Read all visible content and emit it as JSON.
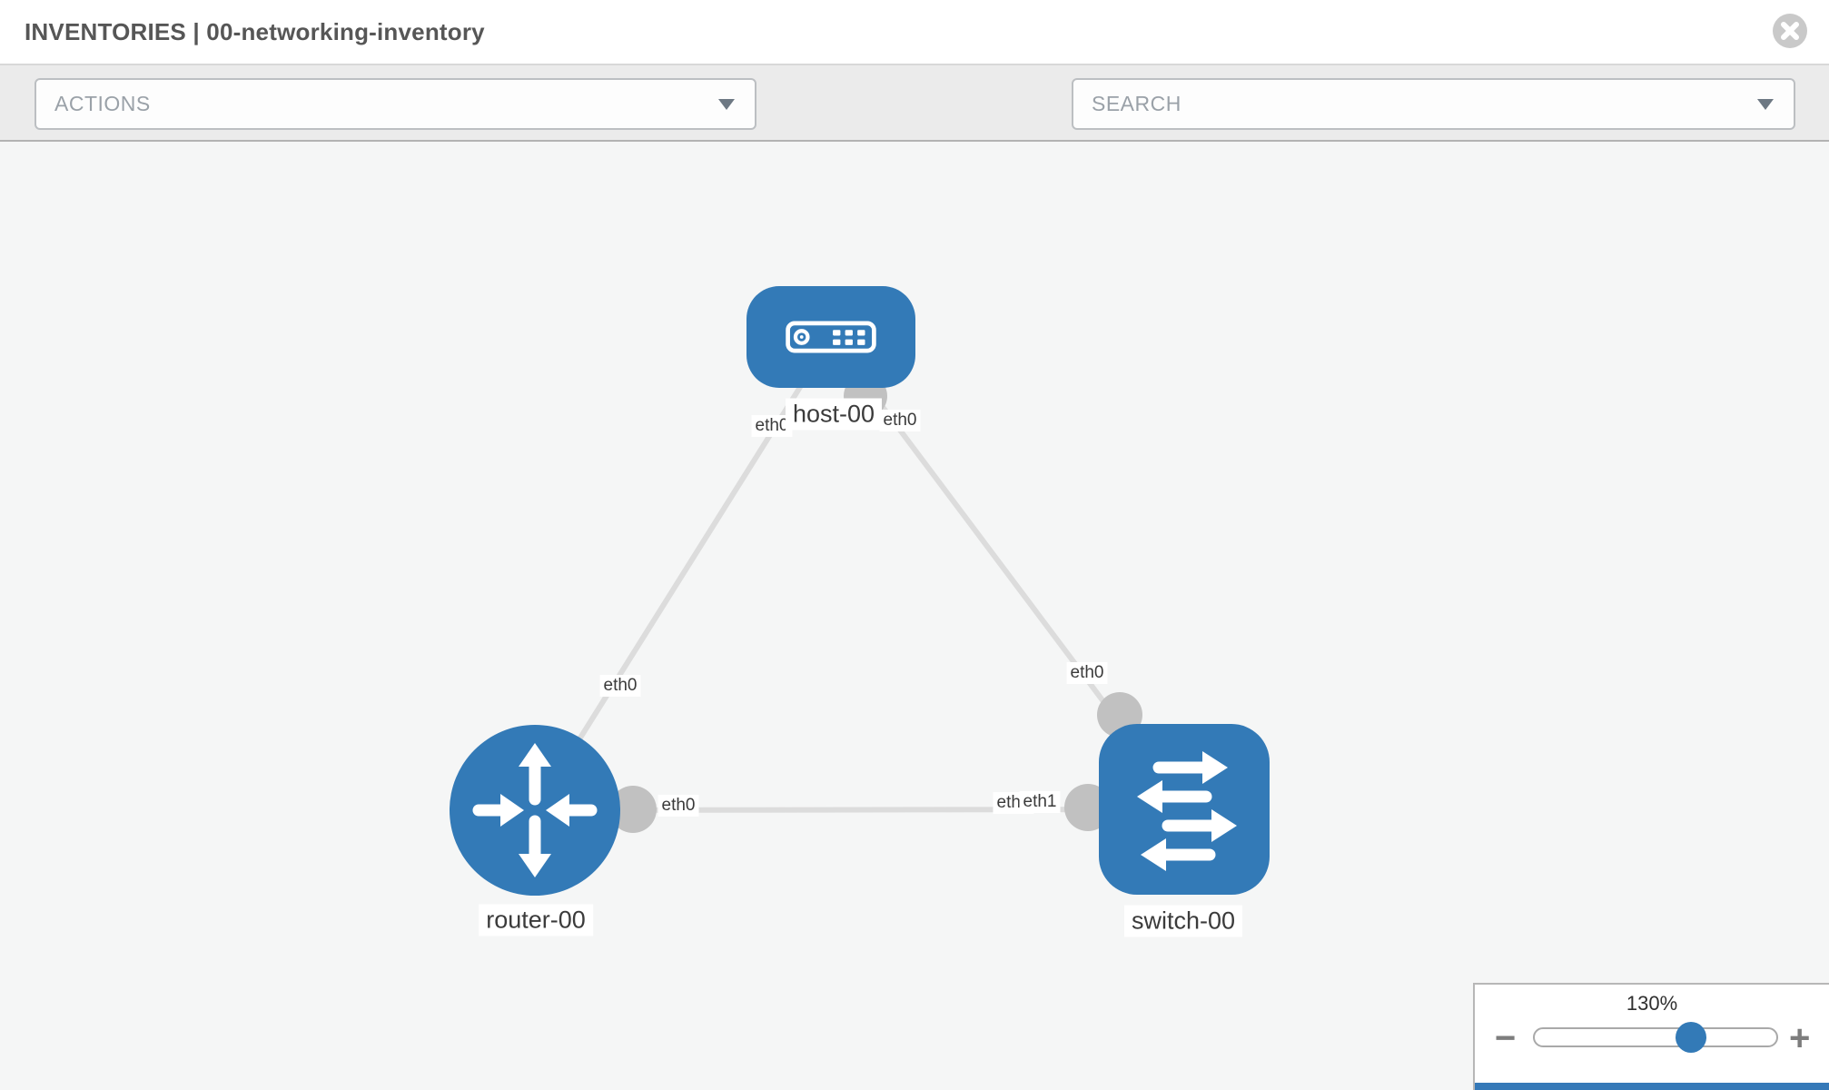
{
  "header": {
    "title": "INVENTORIES | 00-networking-inventory"
  },
  "toolbar": {
    "actions_placeholder": "ACTIONS",
    "search_placeholder": "SEARCH"
  },
  "topology": {
    "nodes": [
      {
        "id": "host-00",
        "type": "host",
        "label": "host-00"
      },
      {
        "id": "router-00",
        "type": "router",
        "label": "router-00"
      },
      {
        "id": "switch-00",
        "type": "switch",
        "label": "switch-00"
      }
    ],
    "links": [
      {
        "from": "host-00",
        "to": "router-00",
        "from_label": "eth0",
        "to_label": "eth0"
      },
      {
        "from": "host-00",
        "to": "switch-00",
        "from_label": "eth0",
        "to_label": "eth0"
      },
      {
        "from": "router-00",
        "to": "switch-00",
        "from_label": "eth0",
        "to_label": "eth1",
        "to_label_overlapped": "eth1"
      }
    ]
  },
  "zoom_control": {
    "level": "130%",
    "minus": "−",
    "plus": "+"
  },
  "colors": {
    "node_blue": "#337ab7",
    "handle_blue": "#337ab7",
    "link_gray": "#dcdcdc",
    "endpoint_gray": "#c1c1c1",
    "toolbar_bg": "#ebebeb",
    "canvas_bg": "#f5f6f6"
  }
}
